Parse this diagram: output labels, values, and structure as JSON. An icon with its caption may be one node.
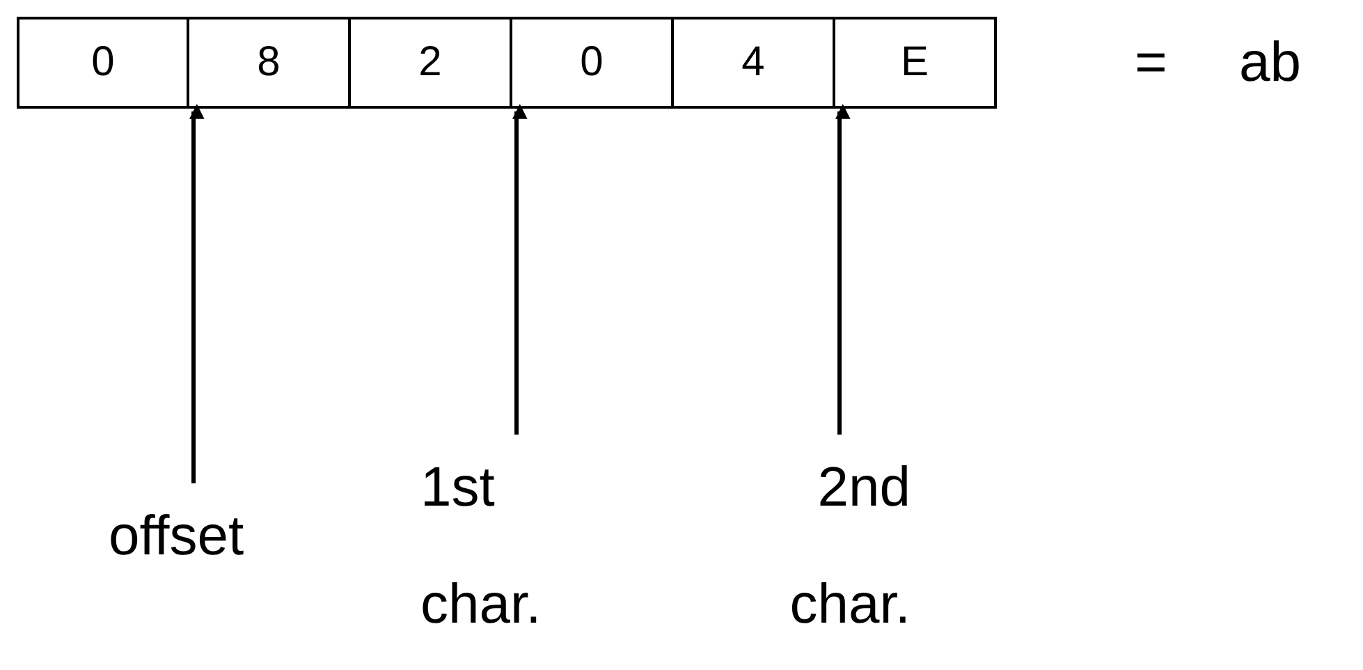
{
  "diagram": {
    "nodes": [
      {
        "text": [
          "0"
        ]
      },
      {
        "text": [
          "8"
        ]
      },
      {
        "text": [
          "2"
        ]
      },
      {
        "text": [
          "0"
        ]
      },
      {
        "text": [
          "4"
        ]
      },
      {
        "text": [
          "E"
        ]
      },
      {
        "text": [
          "offset"
        ]
      },
      {
        "text": [
          "1st char."
        ]
      },
      {
        "text": [
          "2nd char."
        ]
      }
    ],
    "edges": [
      {
        "from": 6,
        "to": 1,
        "arrow": "to"
      },
      {
        "from": 7,
        "to": 3,
        "arrow": "to"
      },
      {
        "from": 8,
        "to": 5,
        "arrow": "to"
      }
    ],
    "labels": [
      "=",
      "ab"
    ]
  }
}
